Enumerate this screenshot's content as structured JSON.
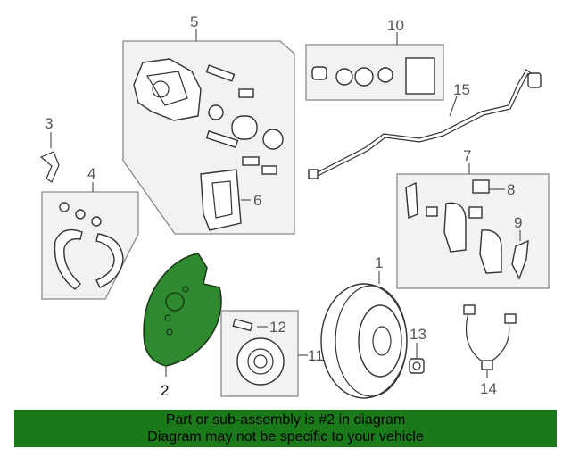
{
  "callouts": {
    "c1": "1",
    "c2": "2",
    "c3": "3",
    "c4": "4",
    "c5": "5",
    "c6": "6",
    "c7": "7",
    "c8": "8",
    "c9": "9",
    "c10": "10",
    "c11": "11",
    "c12": "12",
    "c13": "13",
    "c14": "14",
    "c15": "15"
  },
  "highlight": {
    "part_number": "2",
    "color": "#1a7a1a"
  },
  "banner": {
    "line1": "Part or sub-assembly is #2 in diagram",
    "line2": "Diagram may not be specific to your vehicle",
    "background": "#1a7a1a"
  }
}
